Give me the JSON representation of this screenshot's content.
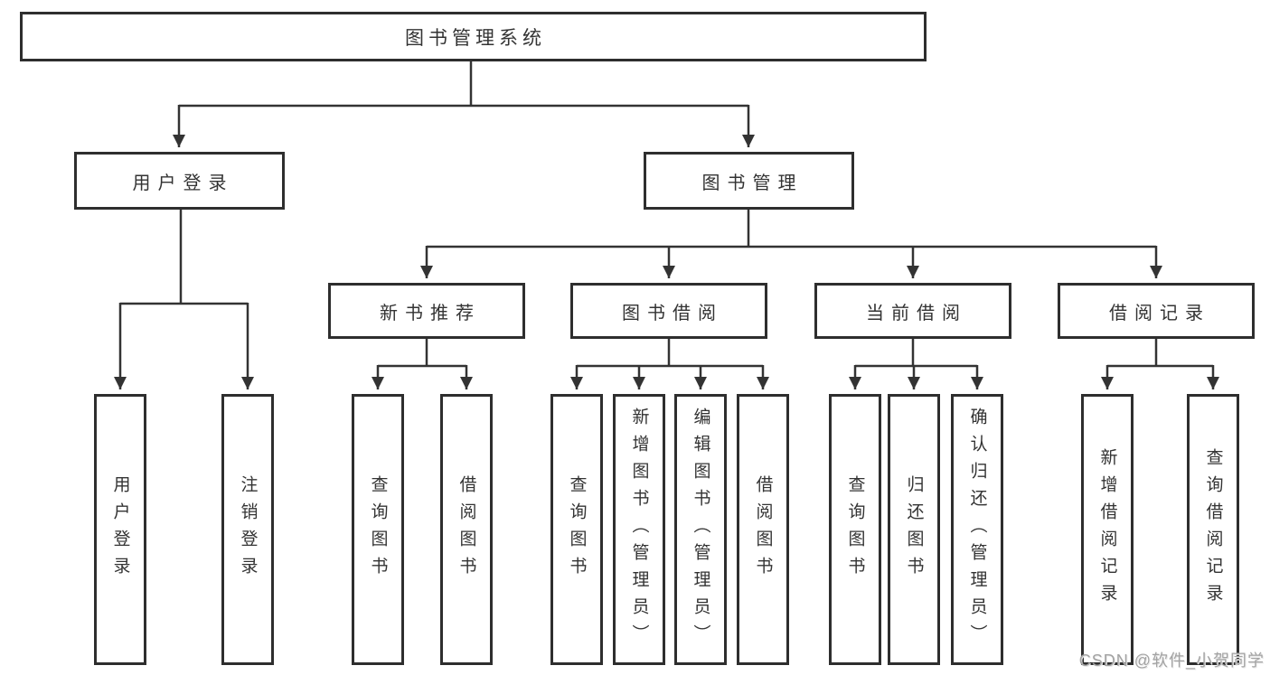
{
  "tree": {
    "root": {
      "label": "图书管理系统",
      "children": [
        {
          "label": "用户登录",
          "children": [
            {
              "label": "用户登录"
            },
            {
              "label": "注销登录"
            }
          ]
        },
        {
          "label": "图书管理",
          "children": [
            {
              "label": "新书推荐",
              "children": [
                {
                  "label": "查询图书"
                },
                {
                  "label": "借阅图书"
                }
              ]
            },
            {
              "label": "图书借阅",
              "children": [
                {
                  "label": "查询图书"
                },
                {
                  "label": "新增图书（管理员）"
                },
                {
                  "label": "编辑图书（管理员）"
                },
                {
                  "label": "借阅图书"
                }
              ]
            },
            {
              "label": "当前借阅",
              "children": [
                {
                  "label": "查询图书"
                },
                {
                  "label": "归还图书"
                },
                {
                  "label": "确认归还（管理员）"
                }
              ]
            },
            {
              "label": "借阅记录",
              "children": [
                {
                  "label": "新增借阅记录"
                },
                {
                  "label": "查询借阅记录"
                }
              ]
            }
          ]
        }
      ]
    }
  },
  "watermark": "CSDN @软件_小贺同学",
  "colors": {
    "line": "#333333",
    "box_border": "#2e2e2e",
    "text": "#333333",
    "watermark": "#a3a3a3",
    "background": "#ffffff"
  }
}
